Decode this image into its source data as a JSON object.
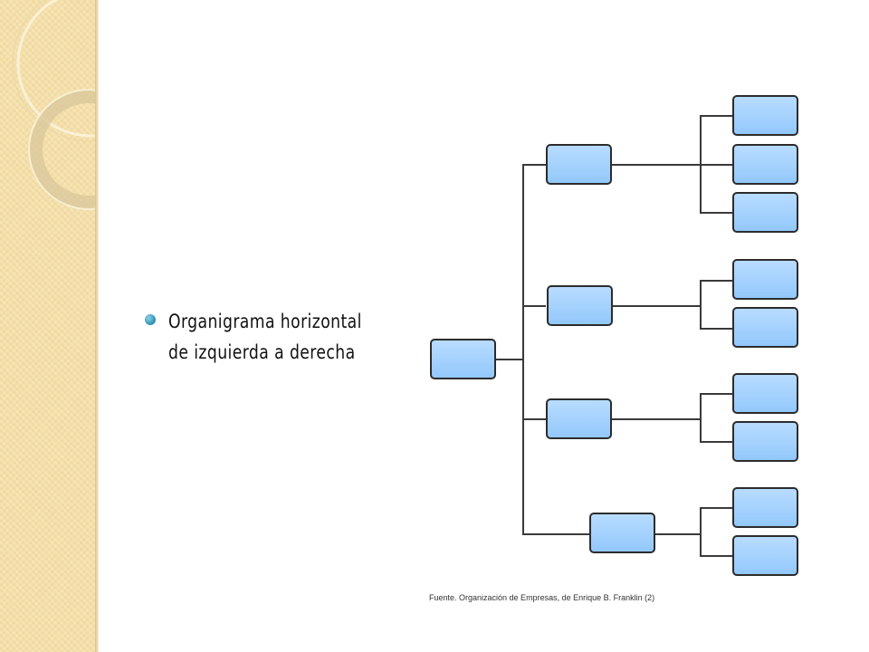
{
  "slide": {
    "bullet": {
      "line1": "Organigrama horizontal",
      "line2": "de izquierda a derecha"
    },
    "caption": "Fuente. Organización de Empresas, de Enrique B. Franklin (2)"
  },
  "org_chart": {
    "orientation": "left-to-right",
    "root": {
      "children": [
        {
          "children_count": 3
        },
        {
          "children_count": 2
        },
        {
          "children_count": 2
        },
        {
          "children_count": 2
        }
      ]
    }
  },
  "colors": {
    "box_fill": "#9fd0ff",
    "box_border": "#2c2c2c",
    "connector": "#3a3a3a",
    "band": "#f4dfa8",
    "bullet": "#2a8fb3"
  }
}
